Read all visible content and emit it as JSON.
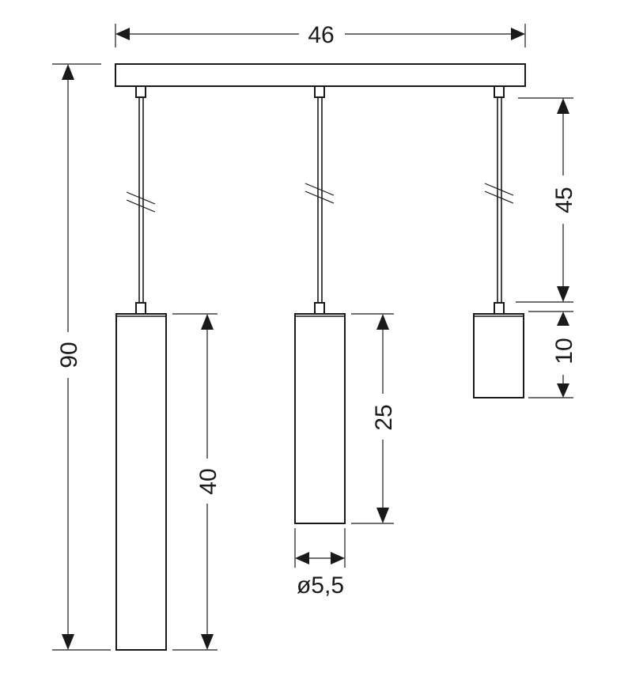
{
  "dimensions": {
    "canopy_width": "46",
    "total_height": "90",
    "cable_length": "45",
    "shade_long": "40",
    "shade_medium": "25",
    "shade_short": "10",
    "shade_diameter": "ø5,5"
  },
  "colors": {
    "stroke": "#1a1a1a",
    "background": "#ffffff"
  }
}
